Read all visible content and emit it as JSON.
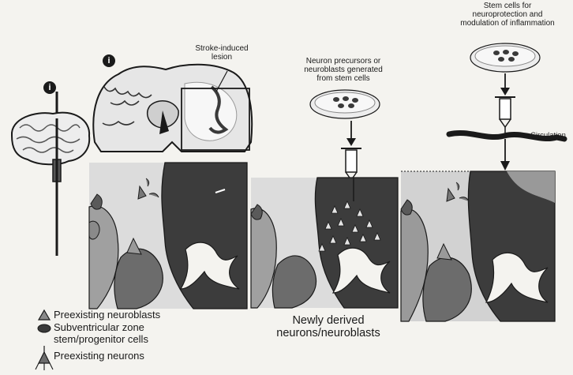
{
  "figure": {
    "badges": [
      "i",
      "i"
    ],
    "labels": {
      "stroke_lesion": [
        "Stroke-induced",
        "lesion"
      ],
      "neuron_precursors": [
        "Neuron precursors or",
        "neuroblasts generated",
        "from stem cells"
      ],
      "stem_cells": [
        "Stem cells for",
        "neuroprotection and",
        "modulation of inflammation"
      ],
      "circulation": "Circulation"
    },
    "legend": {
      "item1": "Preexisting neuroblasts",
      "item2_line1": "Subventricular zone",
      "item2_line2": "stem/progenitor cells",
      "item3": "Preexisting neurons"
    },
    "center_caption": [
      "Newly derived",
      "neurons/neuroblasts"
    ]
  },
  "colors": {
    "ink": "#1a1a1a",
    "tissue_dark": "#3a3a3a",
    "tissue_mid": "#7d7d7d",
    "tissue_light": "#b9b9b9",
    "paper": "#f4f3ef"
  }
}
